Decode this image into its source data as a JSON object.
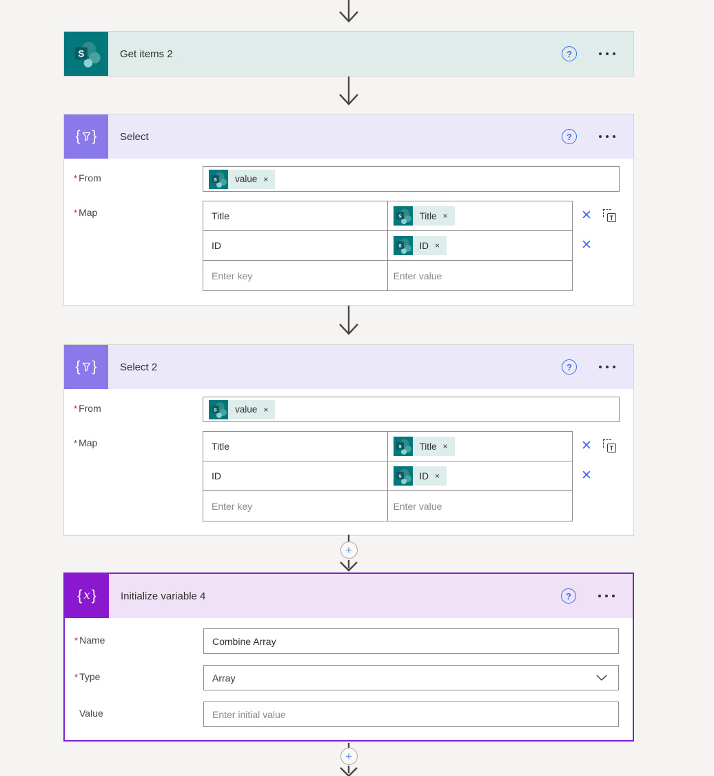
{
  "colors": {
    "sharepoint_teal": "#03787c",
    "sharepoint_header": "#dfecea",
    "select_purple": "#8a79e8",
    "select_header": "#ebe8f9",
    "variable_purple": "#8a18cf",
    "variable_header": "#efe2f7",
    "selected_card_border": "#7c1fd2",
    "token_background": "#ddedec",
    "delete_x_blue": "#4f6bed",
    "help_icon_blue": "#3b6de3",
    "arrow_gray": "#484644"
  },
  "glyphs": {
    "required": "*",
    "help": "?",
    "remove": "×",
    "delete": "✕",
    "plus": "+",
    "text_mode": "T",
    "brace_open": "{",
    "brace_close": "}",
    "variable_x": "x"
  },
  "card_get_items": {
    "title": "Get items 2"
  },
  "card_select": {
    "title": "Select",
    "from_label": "From",
    "from_token": "value",
    "map_label": "Map",
    "map_rows": [
      {
        "key": "Title",
        "token": "Title"
      },
      {
        "key": "ID",
        "token": "ID"
      }
    ],
    "enter_key_placeholder": "Enter key",
    "enter_value_placeholder": "Enter value"
  },
  "card_select_2": {
    "title": "Select 2",
    "from_label": "From",
    "from_token": "value",
    "map_label": "Map",
    "map_rows": [
      {
        "key": "Title",
        "token": "Title"
      },
      {
        "key": "ID",
        "token": "ID"
      }
    ],
    "enter_key_placeholder": "Enter key",
    "enter_value_placeholder": "Enter value"
  },
  "card_init_var": {
    "title": "Initialize variable 4",
    "name_label": "Name",
    "name_value": "Combine Array",
    "type_label": "Type",
    "type_value": "Array",
    "value_label": "Value",
    "value_placeholder": "Enter initial value"
  }
}
